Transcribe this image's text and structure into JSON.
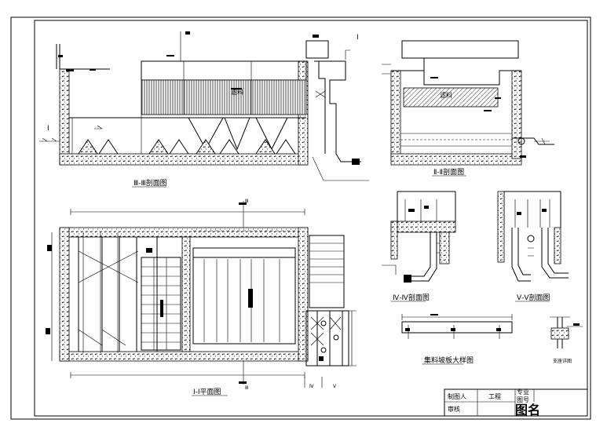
{
  "drawing": {
    "sections": {
      "elevation_title": "Ⅲ-Ⅲ剖面图",
      "section_ii_title": "Ⅱ-Ⅱ剖面图",
      "plan_title": "I-I平面图",
      "section_iv_title": "Ⅳ-Ⅳ剖面图",
      "section_v_title": "Ⅴ-Ⅴ剖面图",
      "detail_title": "集料坡板大样图",
      "small_detail_title": "支座详图"
    },
    "labels": {
      "filter_label": "滤料",
      "filter_label_ii": "滤料",
      "marker_i": "I",
      "marker_iii": "Ⅲ",
      "marker_iv": "Ⅳ",
      "marker_v": "Ⅴ"
    },
    "title_block": {
      "designer": "制图人",
      "reviewer": "审核",
      "project": "工程",
      "drawing_name": "图名",
      "row1": "专业",
      "row2": "图号"
    }
  }
}
